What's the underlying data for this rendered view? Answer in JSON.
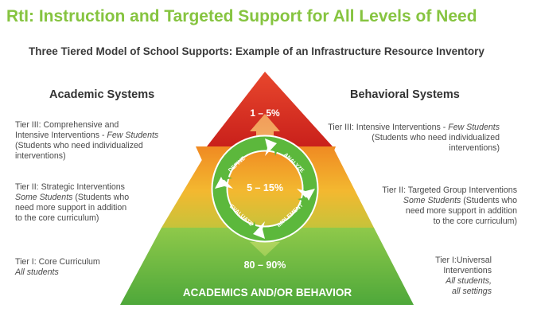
{
  "title": "RtI: Instruction and Targeted Support for All Levels of Need",
  "subtitle": "Three Tiered Model of School Supports:  Example of an Infrastructure Resource Inventory",
  "academic": {
    "heading": "Academic Systems",
    "tier3": {
      "line1": "Tier III: Comprehensive and",
      "line2_prefix": "Intensive Interventions - ",
      "line2_italic": "Few Students",
      "line3": "(Students who need individualized",
      "line4": "interventions)"
    },
    "tier2": {
      "line1": "Tier II: Strategic Interventions",
      "line2_italic": "Some Students",
      "line2_suffix": " (Students who",
      "line3": "need more support in addition",
      "line4": "to the core curriculum)"
    },
    "tier1": {
      "line1": "Tier I: Core Curriculum",
      "line2_italic": "All students"
    }
  },
  "behavioral": {
    "heading": "Behavioral Systems",
    "tier3": {
      "line1_prefix": "Tier III: Intensive Interventions - ",
      "line1_italic": "Few Students",
      "line2": "(Students who need individualized",
      "line3": "interventions)"
    },
    "tier2": {
      "line1": "Tier II: Targeted Group Interventions",
      "line2_italic": "Some Students",
      "line2_suffix": " (Students who",
      "line3": "need more support in addition",
      "line4": "to the core curriculum)"
    },
    "tier1": {
      "line1": "Tier I:Universal",
      "line2": "Interventions",
      "line3_italic": "All students,",
      "line4_italic": "all settings"
    }
  },
  "pyramid": {
    "top_percent": "1 – 5%",
    "middle_percent": "5 – 15%",
    "bottom_percent": "80 – 90%",
    "base_label": "ACADEMICS AND/OR BEHAVIOR",
    "cycle": [
      "DEFINE",
      "ANALYZE",
      "IMPLEMENT",
      "EVALUATE"
    ]
  },
  "colors": {
    "title": "#86c440",
    "tier_top": "#d92b20",
    "tier_mid": "#f3b428",
    "tier_base": "#6fbf3b",
    "cycle": "#5cb83c"
  }
}
